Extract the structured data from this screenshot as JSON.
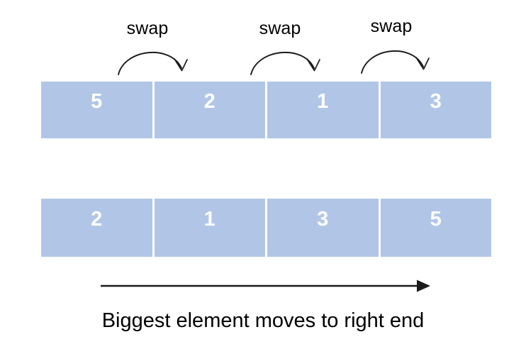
{
  "diagram": {
    "title_caption": "Biggest element moves to right end",
    "colors": {
      "cell_fill": "#b1c6e7",
      "cell_text": "#ffffff",
      "line": "#1a1a1a",
      "background": "#ffffff",
      "caption_text": "#000000"
    },
    "swap_labels": [
      {
        "text": "swap"
      },
      {
        "text": "swap"
      },
      {
        "text": "swap"
      }
    ],
    "rows": [
      {
        "name": "before",
        "values": [
          "5",
          "2",
          "1",
          "3"
        ]
      },
      {
        "name": "after",
        "values": [
          "2",
          "1",
          "3",
          "5"
        ]
      }
    ],
    "arcs": [
      {
        "name": "swap-arc-1",
        "from_index": 0,
        "to_index": 1
      },
      {
        "name": "swap-arc-2",
        "from_index": 1,
        "to_index": 2
      },
      {
        "name": "swap-arc-3",
        "from_index": 2,
        "to_index": 3
      }
    ],
    "direction_arrow": {
      "name": "left-to-right-arrow",
      "direction": "right"
    }
  }
}
